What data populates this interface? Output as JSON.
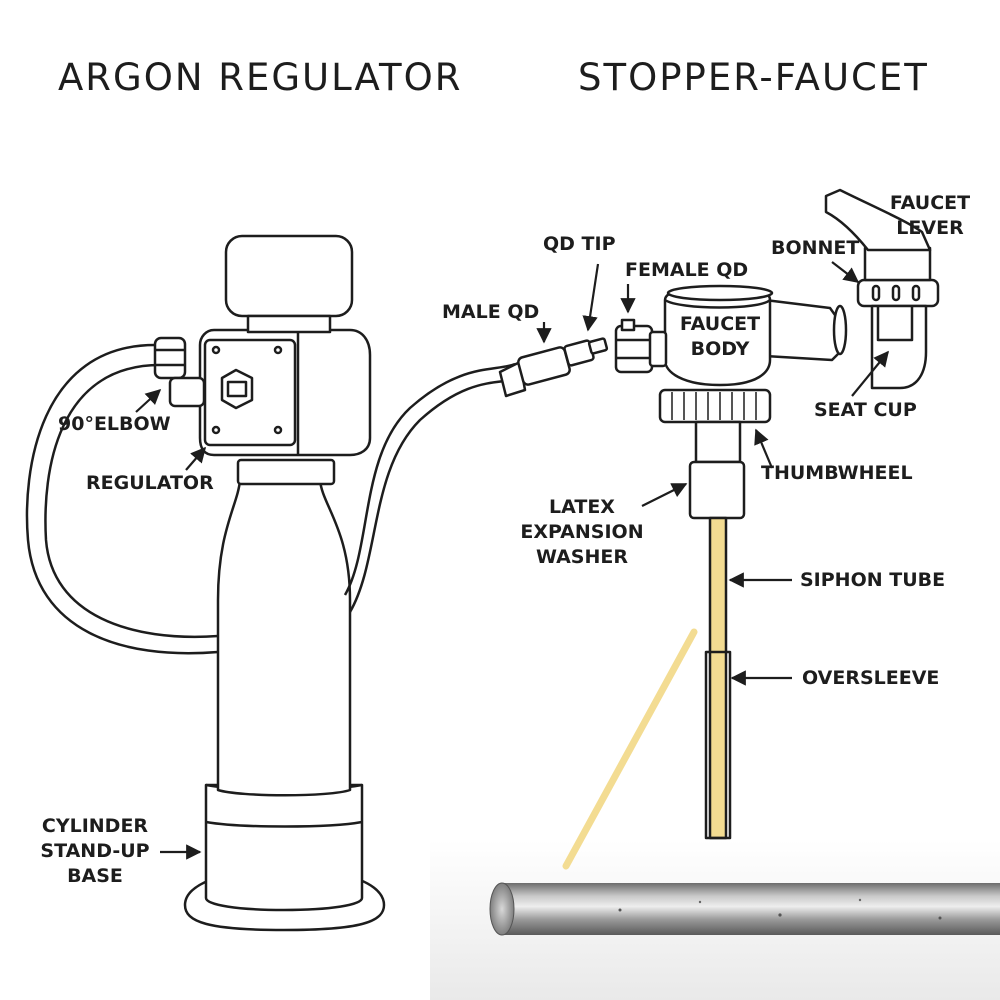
{
  "titles": {
    "left": "ARGON REGULATOR",
    "right": "STOPPER-FAUCET"
  },
  "labels": {
    "elbow": "90°ELBOW",
    "regulator": "REGULATOR",
    "cylinder_base": [
      "CYLINDER",
      "STAND-UP",
      "BASE"
    ],
    "male_qd": "MALE QD",
    "qd_tip": "QD TIP",
    "female_qd": "FEMALE QD",
    "faucet_body": [
      "FAUCET",
      "BODY"
    ],
    "bonnet": "BONNET",
    "faucet_lever": [
      "FAUCET",
      "LEVER"
    ],
    "seat_cup": "SEAT CUP",
    "thumbwheel": "THUMBWHEEL",
    "latex_washer": [
      "LATEX",
      "EXPANSION",
      "WASHER"
    ],
    "siphon_tube": "SIPHON TUBE",
    "oversleeve": "OVERSLEEVE"
  },
  "colors": {
    "ink": "#1d1d1d",
    "tube_fill": "#f3dc92",
    "rod_metal": "#8e8e8e"
  }
}
